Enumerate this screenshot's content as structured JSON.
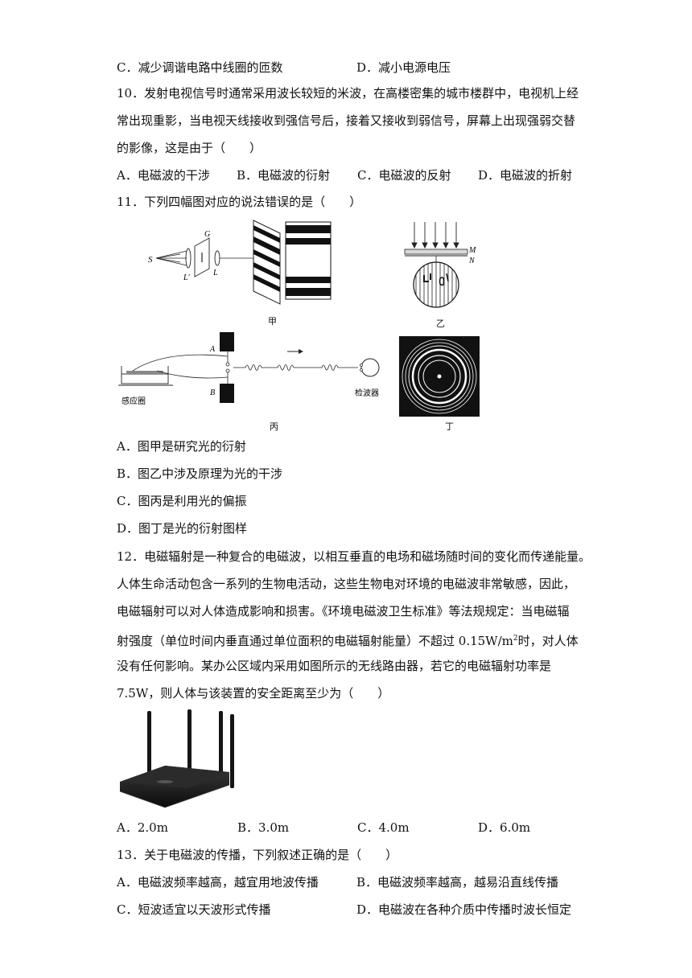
{
  "q9": {
    "optC": "C．减少调谐电路中线圈的匝数",
    "optD": "D．减小电源电压"
  },
  "q10": {
    "stem1": "10．发射电视信号时通常采用波长较短的米波，在高楼密集的城市楼群中，电视机上经",
    "stem2": "常出现重影，当电视天线接收到强信号后，接着又接收到弱信号，屏幕上出现强弱交替",
    "stem3": "的影像，这是由于（　　）",
    "optA": "A．电磁波的干涉",
    "optB": "B．电磁波的衍射",
    "optC": "C．电磁波的反射",
    "optD": "D．电磁波的折射"
  },
  "q11": {
    "stem": "11．下列四幅图对应的说法错误的是（　　）",
    "fig_labels": {
      "jia": "甲",
      "yi": "乙",
      "bing": "丙",
      "ding": "丁",
      "S": "S",
      "G": "G",
      "Lp": "L′",
      "L": "L",
      "M": "M",
      "N": "N",
      "A": "A",
      "B": "B",
      "coil": "感应圈",
      "detector": "检波器"
    },
    "optA": "A．图甲是研究光的衍射",
    "optB": "B．图乙中涉及原理为光的干涉",
    "optC": "C．图丙是利用光的偏振",
    "optD": "D．图丁是光的衍射图样"
  },
  "q12": {
    "l1": "12．电磁辐射是一种复合的电磁波，以相互垂直的电场和磁场随时间的变化而传递能量。",
    "l2": "人体生命活动包含一系列的生物电活动，这些生物电对环境的电磁波非常敏感，因此，",
    "l3": "电磁辐射可以对人体造成影响和损害。《环境电磁波卫生标准》等法规规定：当电磁辐",
    "l4a": "射强度（单位时间内垂直通过单位面积的电磁辐射能量）不超过 0.15W/m",
    "l4sup": "2",
    "l4b": "时，对人体",
    "l5": "没有任何影响。某办公区域内采用如图所示的无线路由器，若它的电磁辐射功率是",
    "l6": "7.5W，则人体与该装置的安全距离至少为（　　）",
    "optA": "A．2.0m",
    "optB": "B．3.0m",
    "optC": "C．4.0m",
    "optD": "D．6.0m"
  },
  "q13": {
    "stem": "13．关于电磁波的传播，下列叙述正确的是（　　）",
    "optA": "A．电磁波频率越高，越宜用地波传播",
    "optB": "B．电磁波频率越高，越易沿直线传播",
    "optC": "C．短波适宜以天波形式传播",
    "optD": "D．电磁波在各种介质中传播时波长恒定"
  }
}
